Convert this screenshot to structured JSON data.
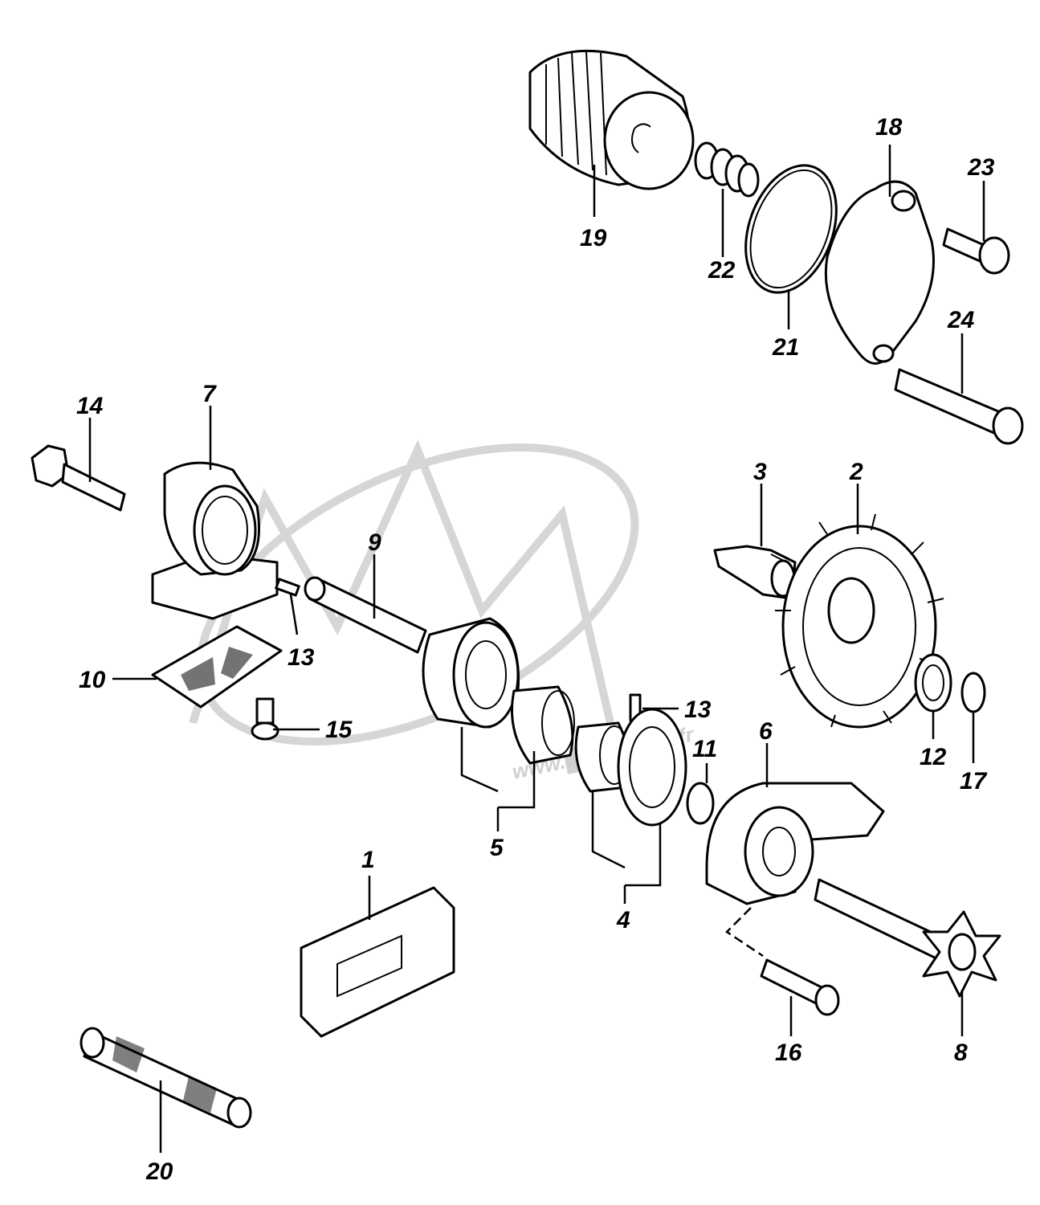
{
  "watermark": {
    "text": "www.████moto.fr"
  },
  "labels": [
    {
      "id": "1",
      "text": "1"
    },
    {
      "id": "2",
      "text": "2"
    },
    {
      "id": "3",
      "text": "3"
    },
    {
      "id": "4",
      "text": "4"
    },
    {
      "id": "5",
      "text": "5"
    },
    {
      "id": "6",
      "text": "6"
    },
    {
      "id": "7",
      "text": "7"
    },
    {
      "id": "8",
      "text": "8"
    },
    {
      "id": "9",
      "text": "9"
    },
    {
      "id": "10",
      "text": "10"
    },
    {
      "id": "11",
      "text": "11"
    },
    {
      "id": "12",
      "text": "12"
    },
    {
      "id": "13a",
      "text": "13"
    },
    {
      "id": "13b",
      "text": "13"
    },
    {
      "id": "14",
      "text": "14"
    },
    {
      "id": "15",
      "text": "15"
    },
    {
      "id": "16",
      "text": "16"
    },
    {
      "id": "17",
      "text": "17"
    },
    {
      "id": "18",
      "text": "18"
    },
    {
      "id": "19",
      "text": "19"
    },
    {
      "id": "20",
      "text": "20"
    },
    {
      "id": "21",
      "text": "21"
    },
    {
      "id": "22",
      "text": "22"
    },
    {
      "id": "23",
      "text": "23"
    },
    {
      "id": "24",
      "text": "24"
    }
  ]
}
